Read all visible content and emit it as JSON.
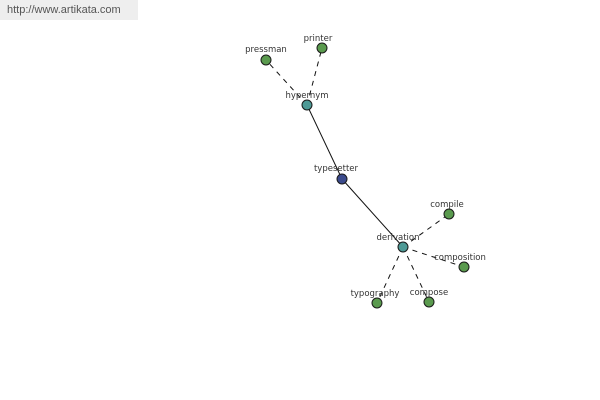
{
  "site_url": "http://www.artikata.com",
  "graph": {
    "center": "typesetter",
    "nodes": [
      {
        "id": "typesetter",
        "label": "typesetter",
        "kind": "center",
        "color": "#3b4a8c"
      },
      {
        "id": "hypernym",
        "label": "hypernym",
        "kind": "relation",
        "color": "#4e9a96"
      },
      {
        "id": "derivation",
        "label": "derivation",
        "kind": "relation",
        "color": "#4e9a96"
      },
      {
        "id": "pressman",
        "label": "pressman",
        "kind": "word",
        "color": "#5a9a4e"
      },
      {
        "id": "printer",
        "label": "printer",
        "kind": "word",
        "color": "#5a9a4e"
      },
      {
        "id": "compile",
        "label": "compile",
        "kind": "word",
        "color": "#5a9a4e"
      },
      {
        "id": "composition",
        "label": "composition",
        "kind": "word",
        "color": "#5a9a4e"
      },
      {
        "id": "compose",
        "label": "compose",
        "kind": "word",
        "color": "#5a9a4e"
      },
      {
        "id": "typography",
        "label": "typography",
        "kind": "word",
        "color": "#5a9a4e"
      }
    ],
    "edges": [
      {
        "from": "typesetter",
        "to": "hypernym",
        "style": "solid"
      },
      {
        "from": "typesetter",
        "to": "derivation",
        "style": "solid"
      },
      {
        "from": "hypernym",
        "to": "pressman",
        "style": "dashed"
      },
      {
        "from": "hypernym",
        "to": "printer",
        "style": "dashed"
      },
      {
        "from": "derivation",
        "to": "compile",
        "style": "dashed"
      },
      {
        "from": "derivation",
        "to": "composition",
        "style": "dashed"
      },
      {
        "from": "derivation",
        "to": "compose",
        "style": "dashed"
      },
      {
        "from": "derivation",
        "to": "typography",
        "style": "dashed"
      }
    ]
  }
}
